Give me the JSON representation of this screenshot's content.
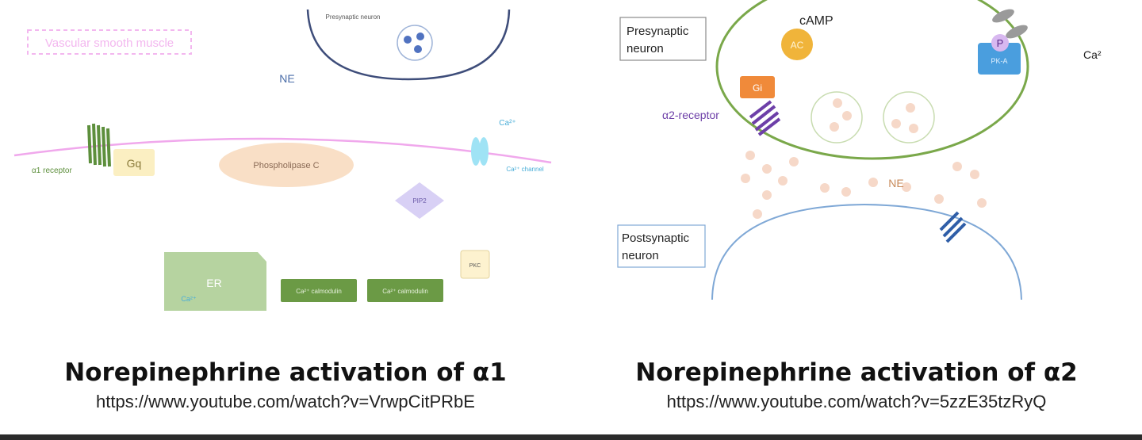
{
  "left": {
    "vascular_label": "Vascular smooth muscle",
    "presynaptic_label": "Presynaptic neuron",
    "ne_label": "NE",
    "ca_top_label": "Ca²⁺",
    "alpha1_label": "α1 receptor",
    "gq_label": "Gq",
    "plc_label": "Phospholipase C",
    "ca_channel_label": "Ca²⁺ channel",
    "pip2_label": "PIP2",
    "pkc_label": "PKC",
    "er_label": "ER",
    "er_ca_label": "Ca²⁺",
    "calmodulin1_label": "Ca²⁺ calmodulin",
    "calmodulin2_label": "Ca²⁺ calmodulin",
    "title": "Norepinephrine activation of α1",
    "url": "https://www.youtube.com/watch?v=VrwpCitPRbE"
  },
  "right": {
    "presynaptic_label_line1": "Presynaptic",
    "presynaptic_label_line2": "neuron",
    "camp_label": "cAMP",
    "ac_label": "AC",
    "pka_label": "PK-A",
    "p_label": "P",
    "ca_label": "Ca²",
    "gi_label": "Gi",
    "alpha2_label": "α2-receptor",
    "ne_label": "NE",
    "postsynaptic_label_line1": "Postsynaptic",
    "postsynaptic_label_line2": "neuron",
    "title": "Norepinephrine activation of α2",
    "url": "https://www.youtube.com/watch?v=5zzE35tzRyQ"
  },
  "colors": {
    "membrane_pink": "#f0a8ec",
    "receptor_green": "#5d8f3c",
    "neuron_navy": "#3e4d7a",
    "neuron_green": "#7aa84a",
    "post_blue": "#7fa8d6",
    "purple_receptor": "#6d3fa8",
    "ne_dots": "#f6d8c8"
  }
}
